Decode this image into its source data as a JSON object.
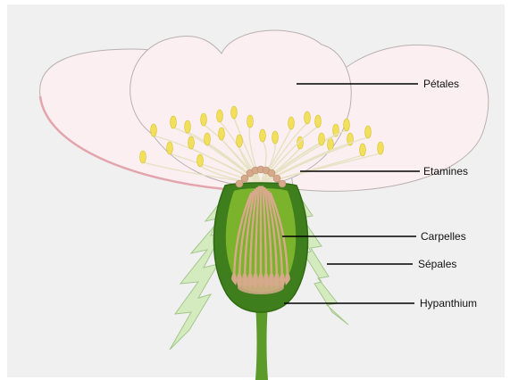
{
  "labels": {
    "petales": "Pétales",
    "etamines": "Etamines",
    "carpelles": "Carpelles",
    "sepales": "Sépales",
    "hypanthium": "Hypanthium"
  },
  "colors": {
    "background": "#f0f0f0",
    "petal_fill": "#fbeff1",
    "petal_stroke": "#b9b0b2",
    "petal_edge": "#e3a4ac",
    "anther": "#f2e05a",
    "filament": "#e6e2c2",
    "hypanthium_dark": "#3f7e1c",
    "hypanthium_mid": "#7bb32c",
    "carpel": "#d6a98b",
    "sepal": "#d4eabf",
    "leader_line": "#000000"
  }
}
